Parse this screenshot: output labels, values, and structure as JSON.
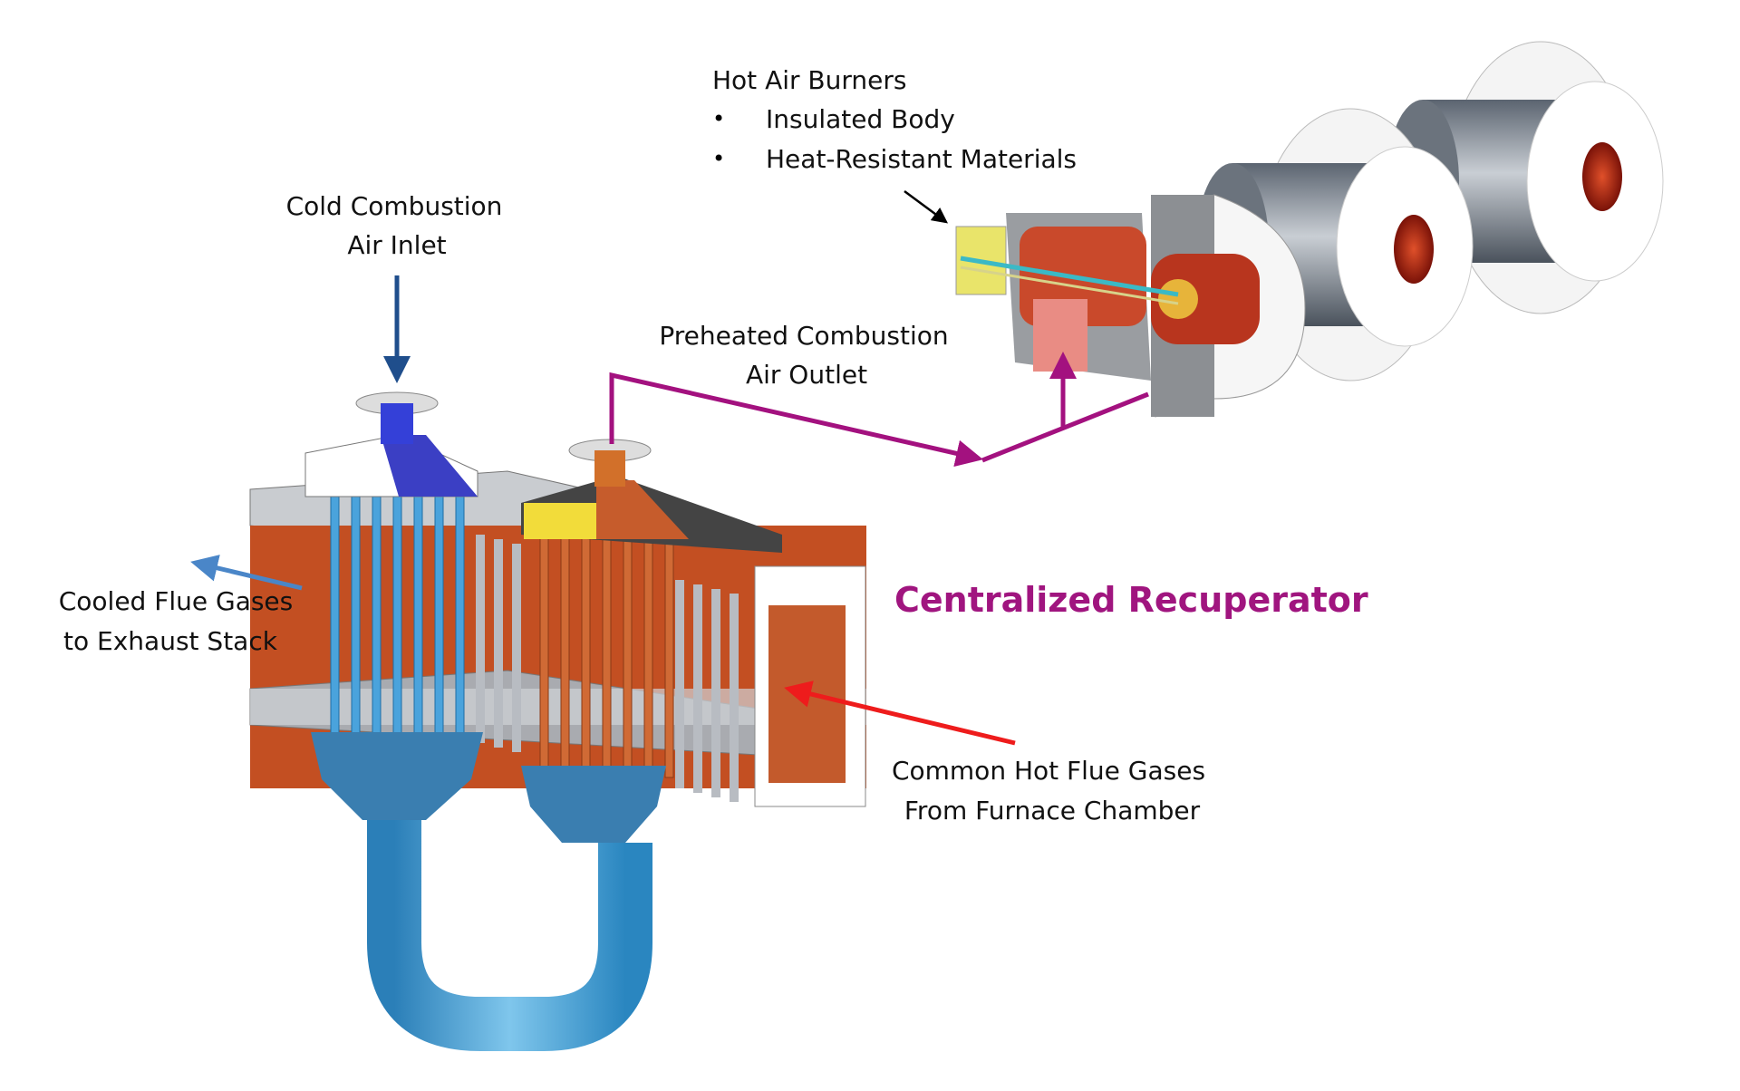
{
  "labels": {
    "burners_title": "Hot Air Burners",
    "burners_bullets": [
      "Insulated Body",
      "Heat-Resistant Materials"
    ],
    "cold_inlet": [
      "Cold Combustion",
      "Air Inlet"
    ],
    "preheated_outlet": [
      "Preheated Combustion",
      "Air Outlet"
    ],
    "cooled_flue": [
      "Cooled Flue Gases",
      "to Exhaust Stack"
    ],
    "recuperator_title": "Centralized Recuperator",
    "hot_flue": [
      "Common Hot Flue Gases",
      "From Furnace Chamber"
    ]
  },
  "colors": {
    "title": "#a0157f",
    "preheated_arrow": "#a3117f",
    "cold_arrow": "#1f4e8c",
    "cooled_arrow": "#4a86c8",
    "hot_arrow": "#ee1c1c",
    "blue_tube": "#4aa3dc",
    "orange_tube": "#c8612e"
  }
}
